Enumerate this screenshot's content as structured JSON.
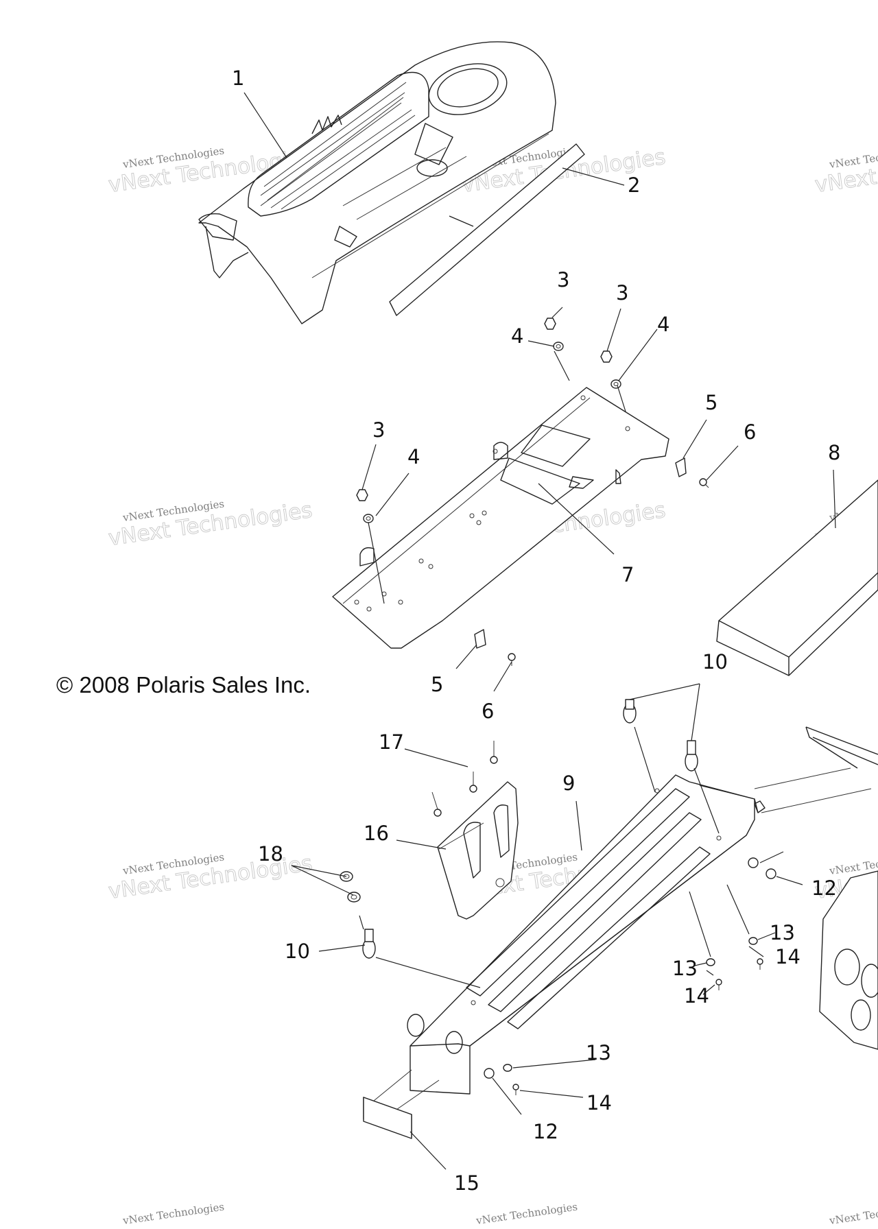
{
  "copyright": "© 2008 Polaris Sales Inc.",
  "watermark": {
    "small": "vNext Technologies",
    "big": "vNext Technologies"
  },
  "callouts": [
    "1",
    "2",
    "3",
    "3",
    "3",
    "4",
    "4",
    "4",
    "5",
    "5",
    "6",
    "6",
    "7",
    "8",
    "9",
    "10",
    "10",
    "12",
    "12",
    "13",
    "13",
    "13",
    "14",
    "14",
    "14",
    "15",
    "16",
    "17",
    "18"
  ]
}
